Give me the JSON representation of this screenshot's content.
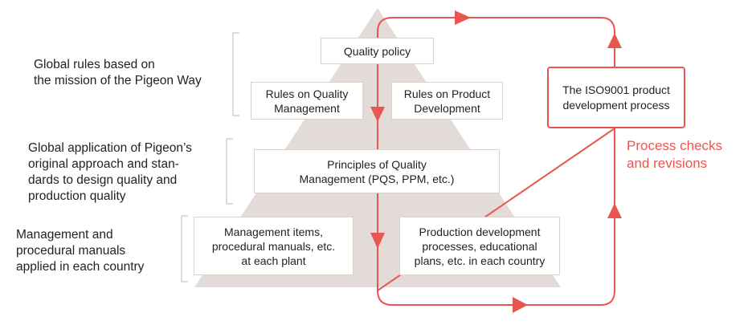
{
  "left_labels": [
    "Global rules based on\nthe mission of the Pigeon Way",
    "Global application of Pigeon’s\noriginal approach and stan-\ndards to design quality and\nproduction quality",
    "Management and\nprocedural manuals\napplied in each country"
  ],
  "pyramid": {
    "quality_policy": "Quality policy",
    "rules_quality_management": "Rules on Quality\nManagement",
    "rules_product_development": "Rules on Product\nDevelopment",
    "principles_quality_management": "Principles of Quality\nManagement (PQS, PPM, etc.)",
    "management_items": "Management items,\nprocedural manuals, etc.\nat each plant",
    "production_development": "Production development\nprocesses, educational\nplans, etc. in each country"
  },
  "iso_box": "The ISO9001 product\ndevelopment process",
  "process_label": "Process checks\nand revisions",
  "colors": {
    "accent": "#e8574f",
    "pyramid": "#e3dbd8",
    "brace": "#d6cfcc"
  }
}
